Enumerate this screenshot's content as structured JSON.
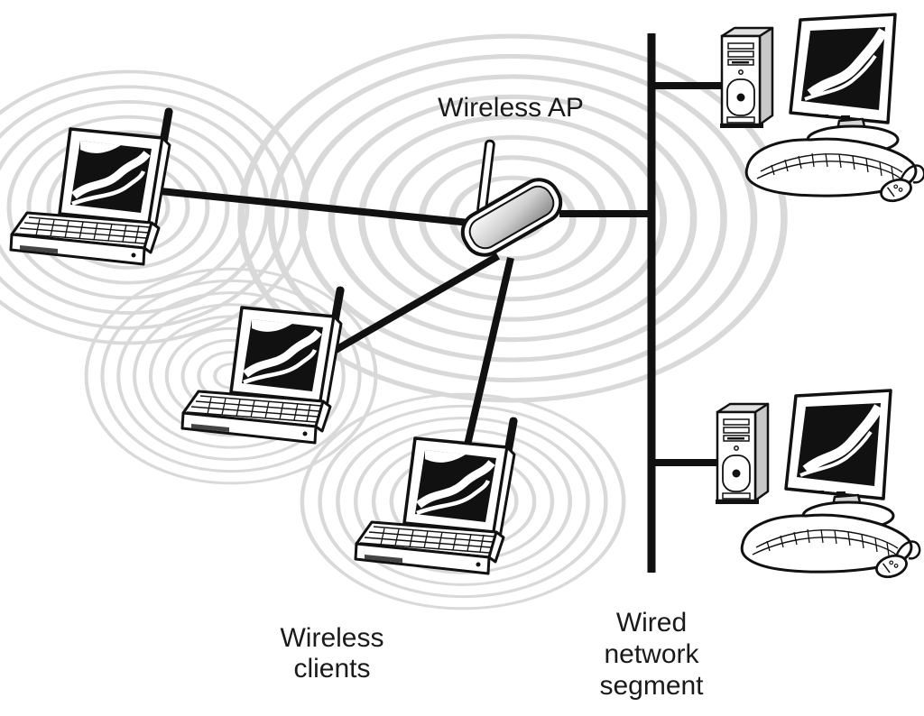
{
  "diagram": {
    "type": "wireless-network-topology",
    "labels": {
      "ap": "Wireless AP",
      "clients_line1": "Wireless",
      "clients_line2": "clients",
      "wired_line1": "Wired",
      "wired_line2": "network",
      "wired_line3": "segment"
    },
    "nodes": [
      {
        "id": "laptop-1",
        "kind": "wireless-client-laptop"
      },
      {
        "id": "laptop-2",
        "kind": "wireless-client-laptop"
      },
      {
        "id": "laptop-3",
        "kind": "wireless-client-laptop"
      },
      {
        "id": "access-point",
        "kind": "wireless-access-point"
      },
      {
        "id": "desktop-1",
        "kind": "wired-desktop-computer"
      },
      {
        "id": "desktop-2",
        "kind": "wired-desktop-computer"
      }
    ],
    "edges": [
      {
        "from": "laptop-1",
        "to": "access-point",
        "type": "wireless-association"
      },
      {
        "from": "laptop-2",
        "to": "access-point",
        "type": "wireless-association"
      },
      {
        "from": "laptop-3",
        "to": "access-point",
        "type": "wireless-association"
      },
      {
        "from": "access-point",
        "to": "wired-bus",
        "type": "wired-link"
      },
      {
        "from": "desktop-1",
        "to": "wired-bus",
        "type": "wired-link"
      },
      {
        "from": "desktop-2",
        "to": "wired-bus",
        "type": "wired-link"
      }
    ],
    "colors": {
      "line": "#111111",
      "ripple": "#d9d9d9",
      "screen": "#111111",
      "background": "#ffffff"
    }
  }
}
